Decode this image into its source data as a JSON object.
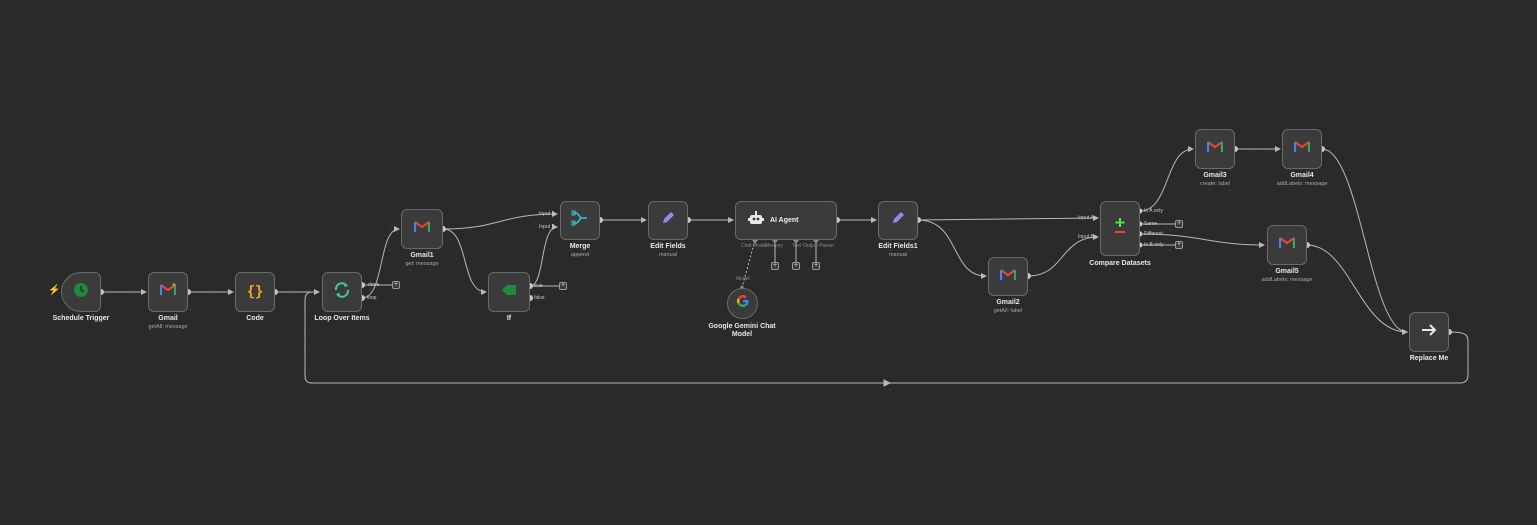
{
  "workflow": {
    "nodes": [
      {
        "id": "schedule",
        "title": "Schedule Trigger",
        "subtitle": "",
        "icon": "clock-icon"
      },
      {
        "id": "gmail",
        "title": "Gmail",
        "subtitle": "getAll: message",
        "icon": "gmail-icon"
      },
      {
        "id": "code",
        "title": "Code",
        "subtitle": "",
        "icon": "code-braces-icon"
      },
      {
        "id": "loop",
        "title": "Loop Over Items",
        "subtitle": "",
        "icon": "loop-icon"
      },
      {
        "id": "gmail1",
        "title": "Gmail1",
        "subtitle": "get: message",
        "icon": "gmail-icon"
      },
      {
        "id": "if",
        "title": "If",
        "subtitle": "",
        "icon": "if-icon"
      },
      {
        "id": "merge",
        "title": "Merge",
        "subtitle": "append",
        "icon": "merge-icon"
      },
      {
        "id": "editfields",
        "title": "Edit Fields",
        "subtitle": "manual",
        "icon": "pencil-icon"
      },
      {
        "id": "agent",
        "title": "AI Agent",
        "subtitle": "",
        "icon": "robot-icon"
      },
      {
        "id": "gemini",
        "title": "Google Gemini Chat Model",
        "title_line1": "Google Gemini Chat",
        "title_line2": "Model",
        "subtitle": "",
        "icon": "google-icon"
      },
      {
        "id": "editfields1",
        "title": "Edit Fields1",
        "subtitle": "manual",
        "icon": "pencil-icon"
      },
      {
        "id": "gmail2",
        "title": "Gmail2",
        "subtitle": "getAll: label",
        "icon": "gmail-icon"
      },
      {
        "id": "compare",
        "title": "Compare Datasets",
        "subtitle": "",
        "icon": "compare-icon"
      },
      {
        "id": "gmail3",
        "title": "Gmail3",
        "subtitle": "create: label",
        "icon": "gmail-icon"
      },
      {
        "id": "gmail4",
        "title": "Gmail4",
        "subtitle": "addLabels: message",
        "icon": "gmail-icon"
      },
      {
        "id": "gmail5",
        "title": "Gmail5",
        "subtitle": "addLabels: message",
        "icon": "gmail-icon"
      },
      {
        "id": "replace",
        "title": "Replace Me",
        "subtitle": "",
        "icon": "arrow-right-icon"
      }
    ],
    "port_labels": {
      "loop_done": "done",
      "loop_loop": "loop",
      "merge_input1": "Input 1",
      "merge_input2": "Input 2",
      "if_true": "true",
      "if_false": "false",
      "agent_chat_model": "Chat Model",
      "agent_memory": "Memory",
      "agent_tool": "Tool",
      "agent_output_parser": "Output Parser",
      "gemini_model": "Model",
      "compare_input_a": "Input A",
      "compare_input_b": "Input B",
      "compare_in_a_only": "In A only",
      "compare_same": "Same",
      "compare_different": "Different",
      "compare_in_b_only": "In B only"
    },
    "add_button_label": "+",
    "colors": {
      "canvas": "#2a2a2a",
      "node_bg": "#3b3b3b",
      "node_border": "#6a6a6a",
      "edge": "#b8b8b8",
      "trigger_bolt": "#ff5a4a",
      "gmail_red": "#ea4335",
      "code_orange": "#f5a623",
      "loop_green": "#3ecf8e",
      "if_green": "#1e8a3e",
      "merge_teal": "#36c3d9",
      "edit_purple": "#8f8cf0",
      "compare_green": "#4be34b"
    }
  }
}
